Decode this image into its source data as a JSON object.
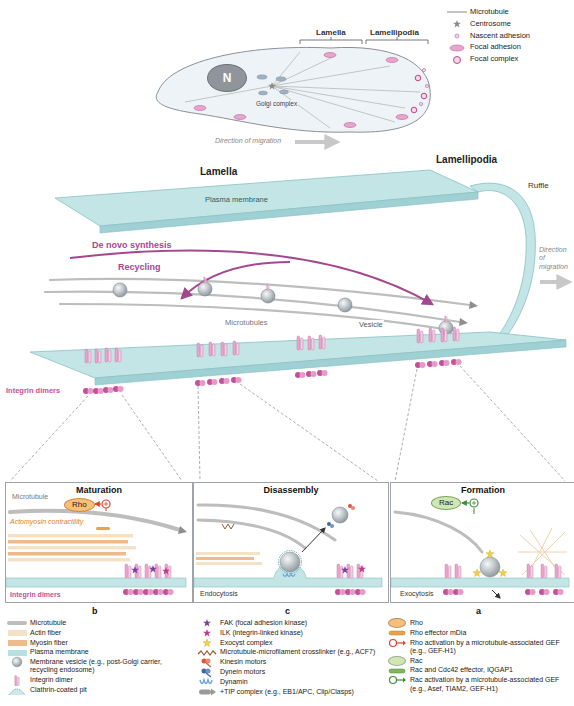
{
  "diagram": {
    "nodes": [
      {
        "text": [
          "N"
        ]
      },
      {
        "text": [
          "Maturation"
        ]
      },
      {
        "text": [
          "Rho"
        ],
        "in": 1
      },
      {
        "text": [
          "Disassembly"
        ]
      },
      {
        "text": [
          "Formation"
        ]
      },
      {
        "text": [
          "Rac"
        ],
        "in": 4
      }
    ],
    "labels": [
      "Golgi complex",
      "Lamella",
      "Lamellipodia",
      "Direction of migration",
      "Lamella",
      "Lamellipodia",
      "Plasma membrane",
      "De novo synthesis",
      "Recycling",
      "Microtubules",
      "Vesicle",
      "Ruffle",
      "Direction of migration",
      "Integrin dimers",
      "Microtubule",
      "Actomyosin contractility",
      "Integrin dimers",
      "Endocytosis",
      "Exocytosis",
      "b",
      "c",
      "a"
    ],
    "legend": [
      {
        "text": "Microtubule"
      },
      {
        "text": "Centrosome"
      },
      {
        "text": "Nascent adhesion"
      },
      {
        "text": "Focal adhesion"
      },
      {
        "text": "Focal complex"
      },
      {
        "text": "Microtubule"
      },
      {
        "text": "Actin fiber",
        "color": "#f5e1c6"
      },
      {
        "text": "Myosin fiber",
        "color": "#efbb8d"
      },
      {
        "text": "Plasma membrane",
        "color": "#b9e0e1"
      },
      {
        "text": "Membrane vesicle (e.g., post-Golgi carrier, recycling endosome)"
      },
      {
        "text": "Integrin dimer"
      },
      {
        "text": "Clathrin-coated pit"
      },
      {
        "text": "FAK (focal adhesion kinase)"
      },
      {
        "text": "ILK (integrin-linked kinase)"
      },
      {
        "text": "Exocyst complex"
      },
      {
        "text": "Microtubule-microfilament crosslinker (e.g., ACF7)"
      },
      {
        "text": "Kinesin motors"
      },
      {
        "text": "Dynein motors"
      },
      {
        "text": "Dynamin"
      },
      {
        "text": "+TIP complex (e.g., EB1/APC, Clip/Clasps)"
      },
      {
        "text": "Rho",
        "color": "#f6c07a"
      },
      {
        "text": "Rho effector mDia"
      },
      {
        "text": "Rho activation by a microtubule-associated GEF (e.g., GEF-H1)"
      },
      {
        "text": "Rac",
        "color": "#cfe7b5"
      },
      {
        "text": "Rac and Cdc42 effector, IQGAP1"
      },
      {
        "text": "Rac activation by a microtubule-associated GEF (e.g., Asef, TIAM2, GEF-H1)"
      }
    ]
  }
}
